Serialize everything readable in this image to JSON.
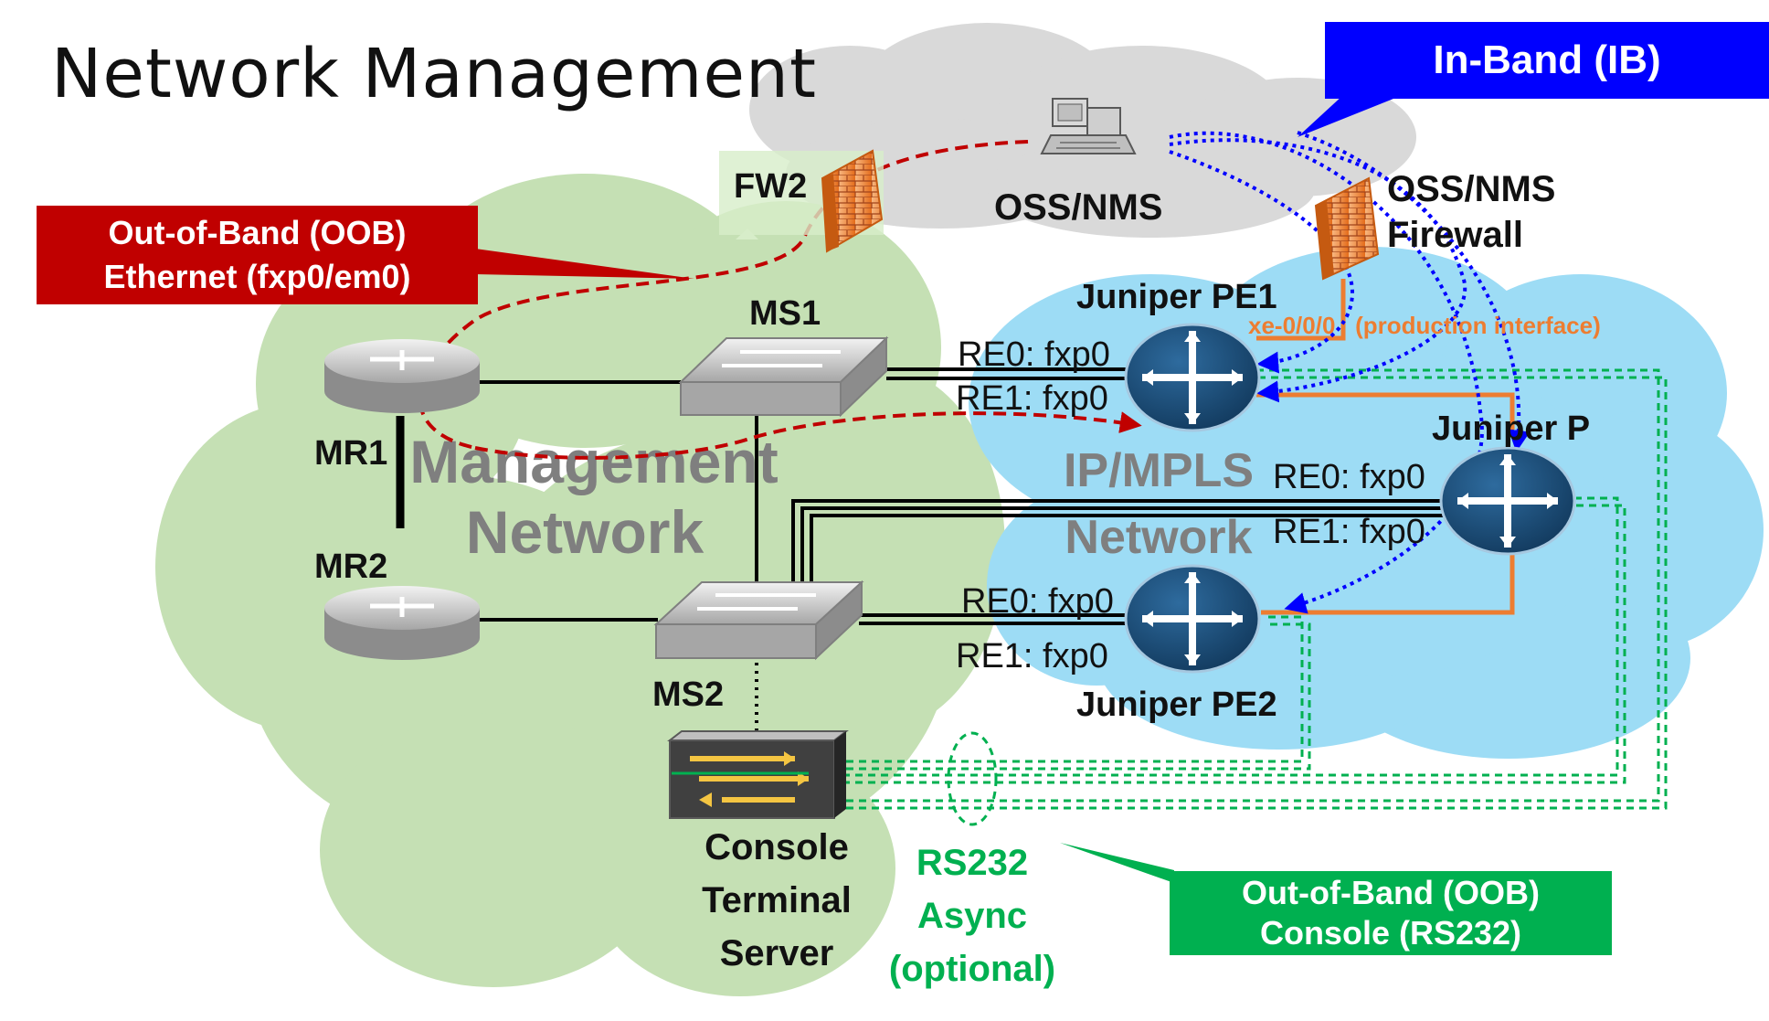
{
  "title": "Network Management",
  "callouts": {
    "in_band": "In-Band (IB)",
    "oob_ethernet_line1": "Out-of-Band (OOB)",
    "oob_ethernet_line2": "Ethernet (fxp0/em0)",
    "oob_console_line1": "Out-of-Band (OOB)",
    "oob_console_line2": "Console (RS232)"
  },
  "clouds": {
    "management_line1": "Management",
    "management_line2": "Network",
    "mpls_line1": "IP/MPLS",
    "mpls_line2": "Network"
  },
  "nodes": {
    "fw2": "FW2",
    "oss_nms": "OSS/NMS",
    "oss_fw_line1": "OSS/NMS",
    "oss_fw_line2": "Firewall",
    "pe1": "Juniper PE1",
    "p": "Juniper P",
    "pe2": "Juniper PE2",
    "ms1": "MS1",
    "ms2": "MS2",
    "mr1": "MR1",
    "mr2": "MR2",
    "console_line1": "Console",
    "console_line2": "Terminal",
    "console_line3": "Server"
  },
  "interfaces": {
    "pe1_re0": "RE0: fxp0",
    "pe1_re1": "RE1: fxp0",
    "p_re0": "RE0: fxp0",
    "p_re1": "RE1: fxp0",
    "pe2_re0": "RE0: fxp0",
    "pe2_re1": "RE1: fxp0",
    "production": "xe-0/0/0   (production interface)"
  },
  "rs232": {
    "line1": "RS232",
    "line2": "Async",
    "line3": "(optional)"
  },
  "colors": {
    "oob_ethernet": "#c00000",
    "in_band": "#0000ff",
    "oob_console": "#00b050",
    "management_cloud": "#c5e0b4",
    "mpls_cloud": "#9ddcf5",
    "oss_cloud": "#d9d9d9",
    "production_link": "#ed7d31",
    "router": "#1f4e79"
  }
}
